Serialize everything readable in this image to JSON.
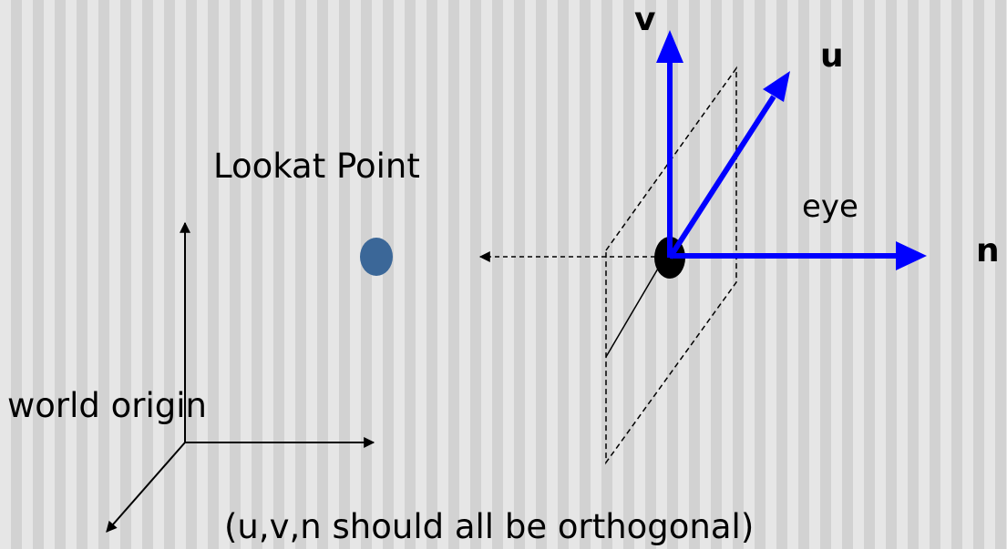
{
  "labels": {
    "lookat_point": "Lookat Point",
    "eye": "eye",
    "world_origin": "world origin",
    "note": "(u,v,n should all be orthogonal)",
    "axis_v": "v",
    "axis_u": "u",
    "axis_n": "n"
  },
  "colors": {
    "camera_axes": "#0000ff",
    "world_axes": "#000000",
    "lookat_marker": "#3b6798",
    "eye_marker": "#000000",
    "background_light": "#e6e6e6",
    "background_stripe": "#d2d2d2"
  }
}
